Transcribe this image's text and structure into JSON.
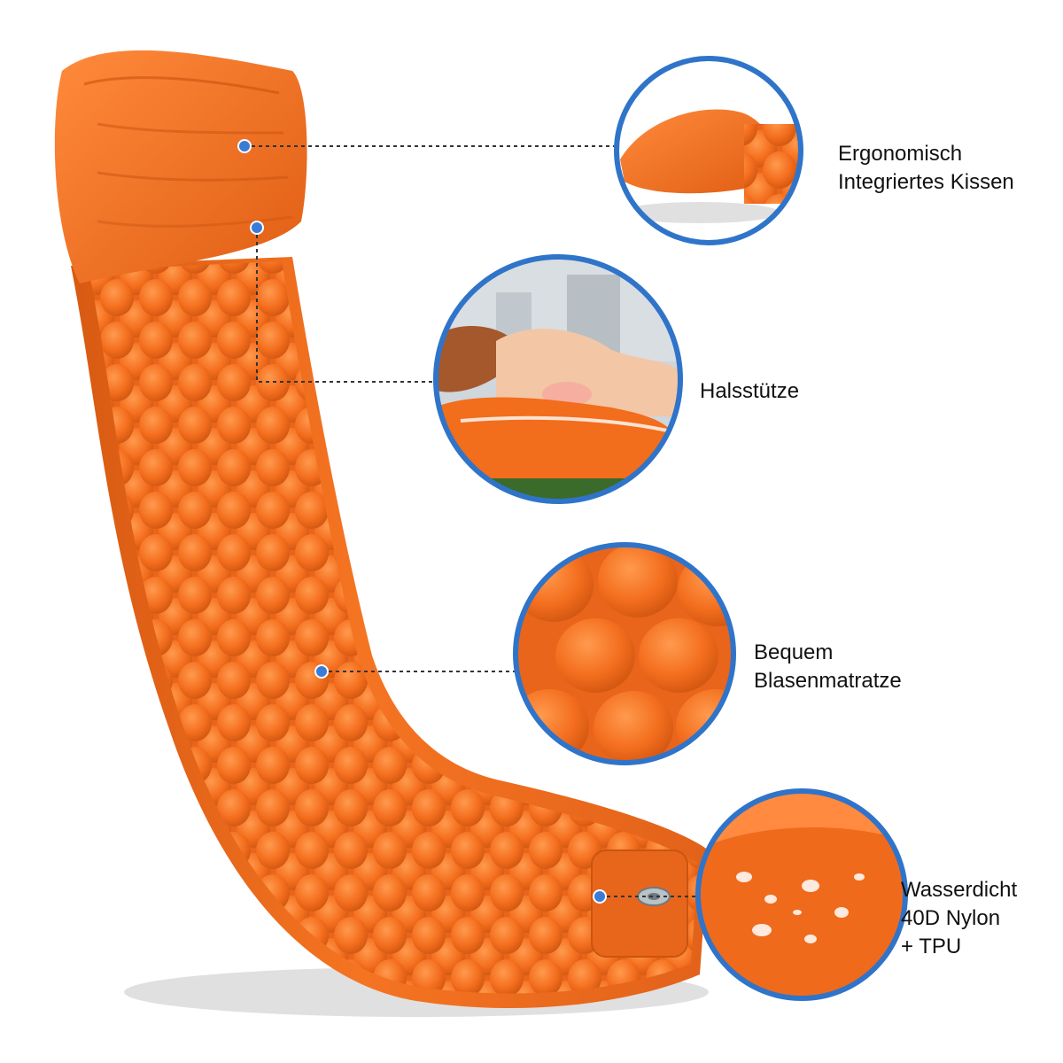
{
  "colors": {
    "mat_orange": "#f46e1e",
    "mat_orange_dark": "#d95a10",
    "mat_orange_light": "#ff8a3c",
    "callout_ring": "#2f74c9",
    "marker_dot": "#3a7bd5",
    "leader_line": "#333333",
    "label_text": "#111111"
  },
  "features": [
    {
      "id": "pillow",
      "icon": "pillow-detail-icon",
      "lines": [
        "Ergonomisch",
        "Integriertes Kissen"
      ]
    },
    {
      "id": "neck",
      "icon": "neck-support-photo-icon",
      "lines": [
        "Halsstütze"
      ]
    },
    {
      "id": "bubble",
      "icon": "bubble-texture-icon",
      "lines": [
        "Bequem",
        "Blasenmatratze"
      ]
    },
    {
      "id": "water",
      "icon": "water-droplets-icon",
      "lines": [
        "Wasserdicht",
        "40D Nylon",
        "+ TPU"
      ]
    }
  ]
}
